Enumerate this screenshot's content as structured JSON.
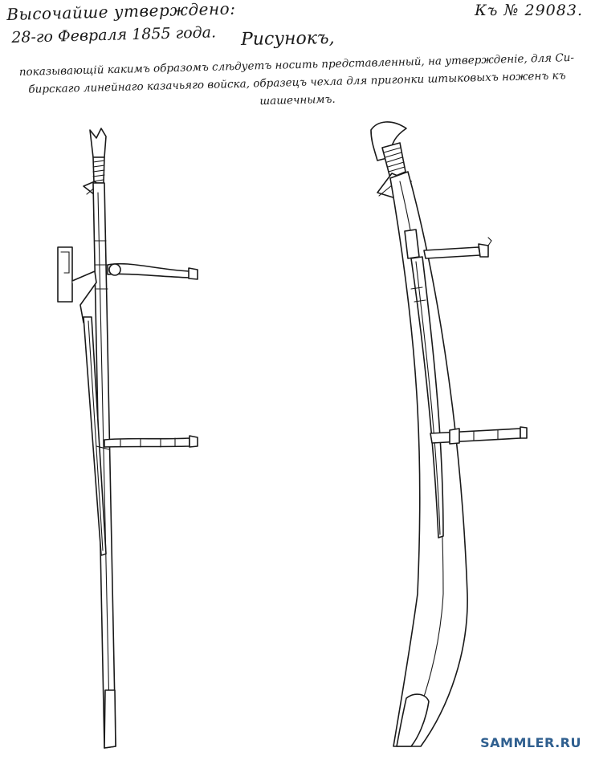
{
  "header": {
    "approved": "Высочайше утверждено:",
    "approved_date": "28-го Февраля 1855 года.",
    "doc_number": "Къ № 29083."
  },
  "title": "Рисунокъ,",
  "caption": {
    "line1": "показывающiй какимъ образомъ слѣдуетъ носить представленный, на утвержденiе, для Си-",
    "line2": "бирскаго линейнаго казачьяго войска, образецъ чехла для пригонки штыковыхъ ноженъ къ",
    "line3": "шашечнымъ."
  },
  "watermark": "SAMMLER.RU",
  "figures": {
    "left_icon": "straight-sword-with-bayonet-scabbard",
    "right_icon": "curved-shashka-with-bayonet-scabbard"
  }
}
